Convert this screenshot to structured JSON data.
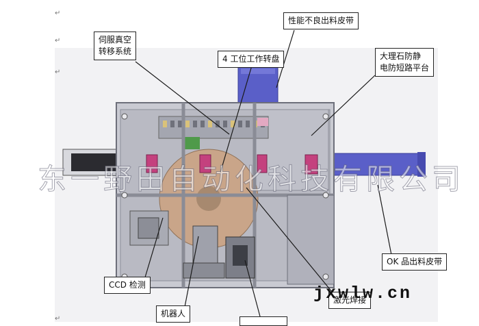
{
  "callouts": {
    "servo_vacuum_line1": "伺服真空",
    "servo_vacuum_line2": "转移系统",
    "turntable": "4 工位工作转盘",
    "ng_belt": "性能不良出料皮带",
    "marble_line1": "大理石防静",
    "marble_line2": "电防短路平台",
    "ok_belt": "OK 品出料皮带",
    "ccd": "CCD 检测",
    "robot": "机器人",
    "laser": "激光焊接"
  },
  "paragraph_mark": "↵",
  "watermark_text": "东一野田自动化科技有限公司",
  "site_text": "jxwlw.cn",
  "colors": {
    "frame": "#c9cad2",
    "frame_dark": "#7d7f8a",
    "belt_blue": "#5a5fc8",
    "magenta": "#c4417e",
    "turntable": "#c9a589"
  }
}
